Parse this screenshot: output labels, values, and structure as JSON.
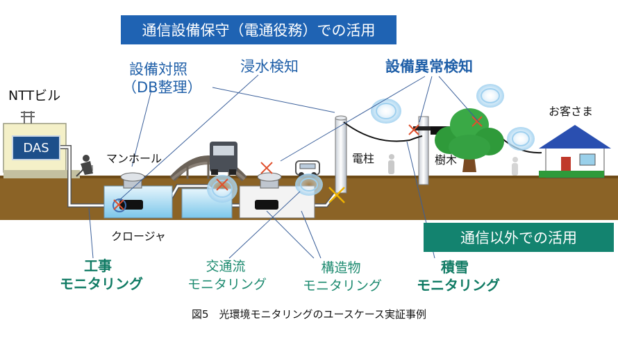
{
  "banners": {
    "maintenance": "通信設備保守（電通役務）での活用",
    "other_uses": "通信以外での活用"
  },
  "labels": {
    "ntt_building": "NTTビル",
    "das": "DAS",
    "manhole": "マンホール",
    "closure": "クロージャ",
    "pole": "電柱",
    "tree": "樹木",
    "customer": "お客さま",
    "equipment_check_line1": "設備対照",
    "equipment_check_line2": "（DB整理）",
    "flood_detection": "浸水検知",
    "anomaly_detection": "設備異常検知",
    "construction_line1": "工事",
    "construction_line2": "モニタリング",
    "traffic_line1": "交通流",
    "traffic_line2": "モニタリング",
    "structure_line1": "構造物",
    "structure_line2": "モニタリング",
    "snow_line1": "積雪",
    "snow_line2": "モニタリング"
  },
  "caption": "図5　光環境モニタリングのユースケース実証事例",
  "colors": {
    "blue_banner": "#1f63b3",
    "teal_banner": "#13836f",
    "ground": "#8b6326",
    "fiber": "#111111",
    "alert_x": "#e0502d",
    "fault_x": "#f0b400"
  }
}
